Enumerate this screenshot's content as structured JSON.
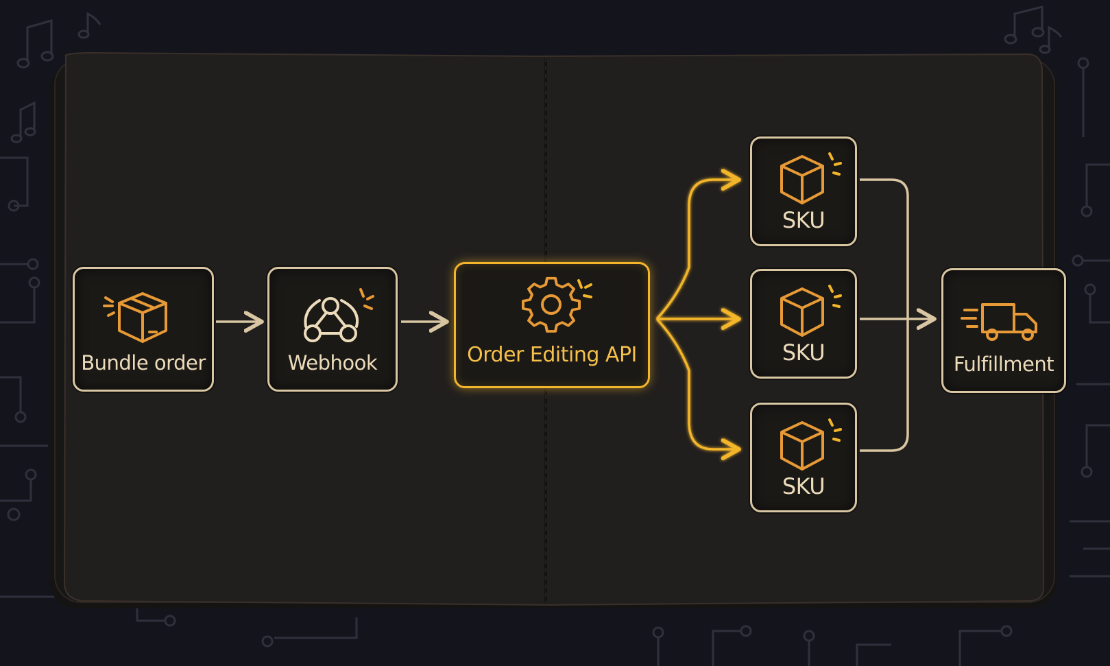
{
  "diagram": {
    "nodes": {
      "bundle_order": {
        "label": "Bundle order",
        "icon": "box-icon"
      },
      "webhook": {
        "label": "Webhook",
        "icon": "webhook-icon"
      },
      "order_editing_api": {
        "label": "Order Editing API",
        "icon": "gear-icon"
      },
      "sku_top": {
        "label": "SKU",
        "icon": "cube-icon"
      },
      "sku_middle": {
        "label": "SKU",
        "icon": "cube-icon"
      },
      "sku_bottom": {
        "label": "SKU",
        "icon": "cube-icon"
      },
      "fulfillment": {
        "label": "Fulfillment",
        "icon": "truck-icon"
      }
    },
    "edges": [
      {
        "from": "bundle_order",
        "to": "webhook"
      },
      {
        "from": "webhook",
        "to": "order_editing_api"
      },
      {
        "from": "order_editing_api",
        "to": "sku_top"
      },
      {
        "from": "order_editing_api",
        "to": "sku_middle"
      },
      {
        "from": "order_editing_api",
        "to": "sku_bottom"
      },
      {
        "from": "sku_top",
        "to": "fulfillment"
      },
      {
        "from": "sku_middle",
        "to": "fulfillment"
      },
      {
        "from": "sku_bottom",
        "to": "fulfillment"
      }
    ],
    "colors": {
      "background": "#14151c",
      "notebook": "#1f1d1c",
      "node_border": "#d9c6a2",
      "accent": "#f3b52a",
      "icon_orange": "#e79a36"
    }
  }
}
